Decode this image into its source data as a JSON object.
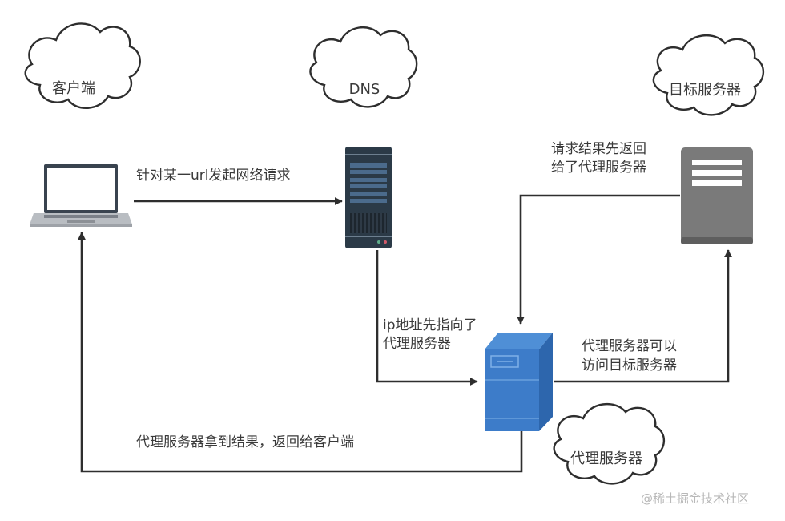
{
  "diagram": {
    "nodes": {
      "client": {
        "cloud_label": "客户端",
        "icon": "laptop-icon"
      },
      "dns": {
        "cloud_label": "DNS",
        "icon": "rack-server-icon"
      },
      "target": {
        "cloud_label": "目标服务器",
        "icon": "server-icon"
      },
      "proxy": {
        "cloud_label": "代理服务器",
        "icon": "cabinet-server-icon"
      }
    },
    "edges": {
      "client_to_dns": {
        "label": "针对某一url发起网络请求"
      },
      "dns_to_proxy": {
        "label_line1": "ip地址先指向了",
        "label_line2": "代理服务器"
      },
      "proxy_to_target": {
        "label_line1": "代理服务器可以",
        "label_line2": "访问目标服务器"
      },
      "target_to_proxy": {
        "label_line1": "请求结果先返回",
        "label_line2": "给了代理服务器"
      },
      "proxy_to_client": {
        "label": "代理服务器拿到结果，返回给客户端"
      }
    },
    "colors": {
      "line": "#2e2e2e",
      "proxy_blue": "#3d7cc9",
      "target_gray": "#7a7a7a",
      "dns_dark": "#2b3a47"
    },
    "watermark": "@稀土掘金技术社区"
  }
}
